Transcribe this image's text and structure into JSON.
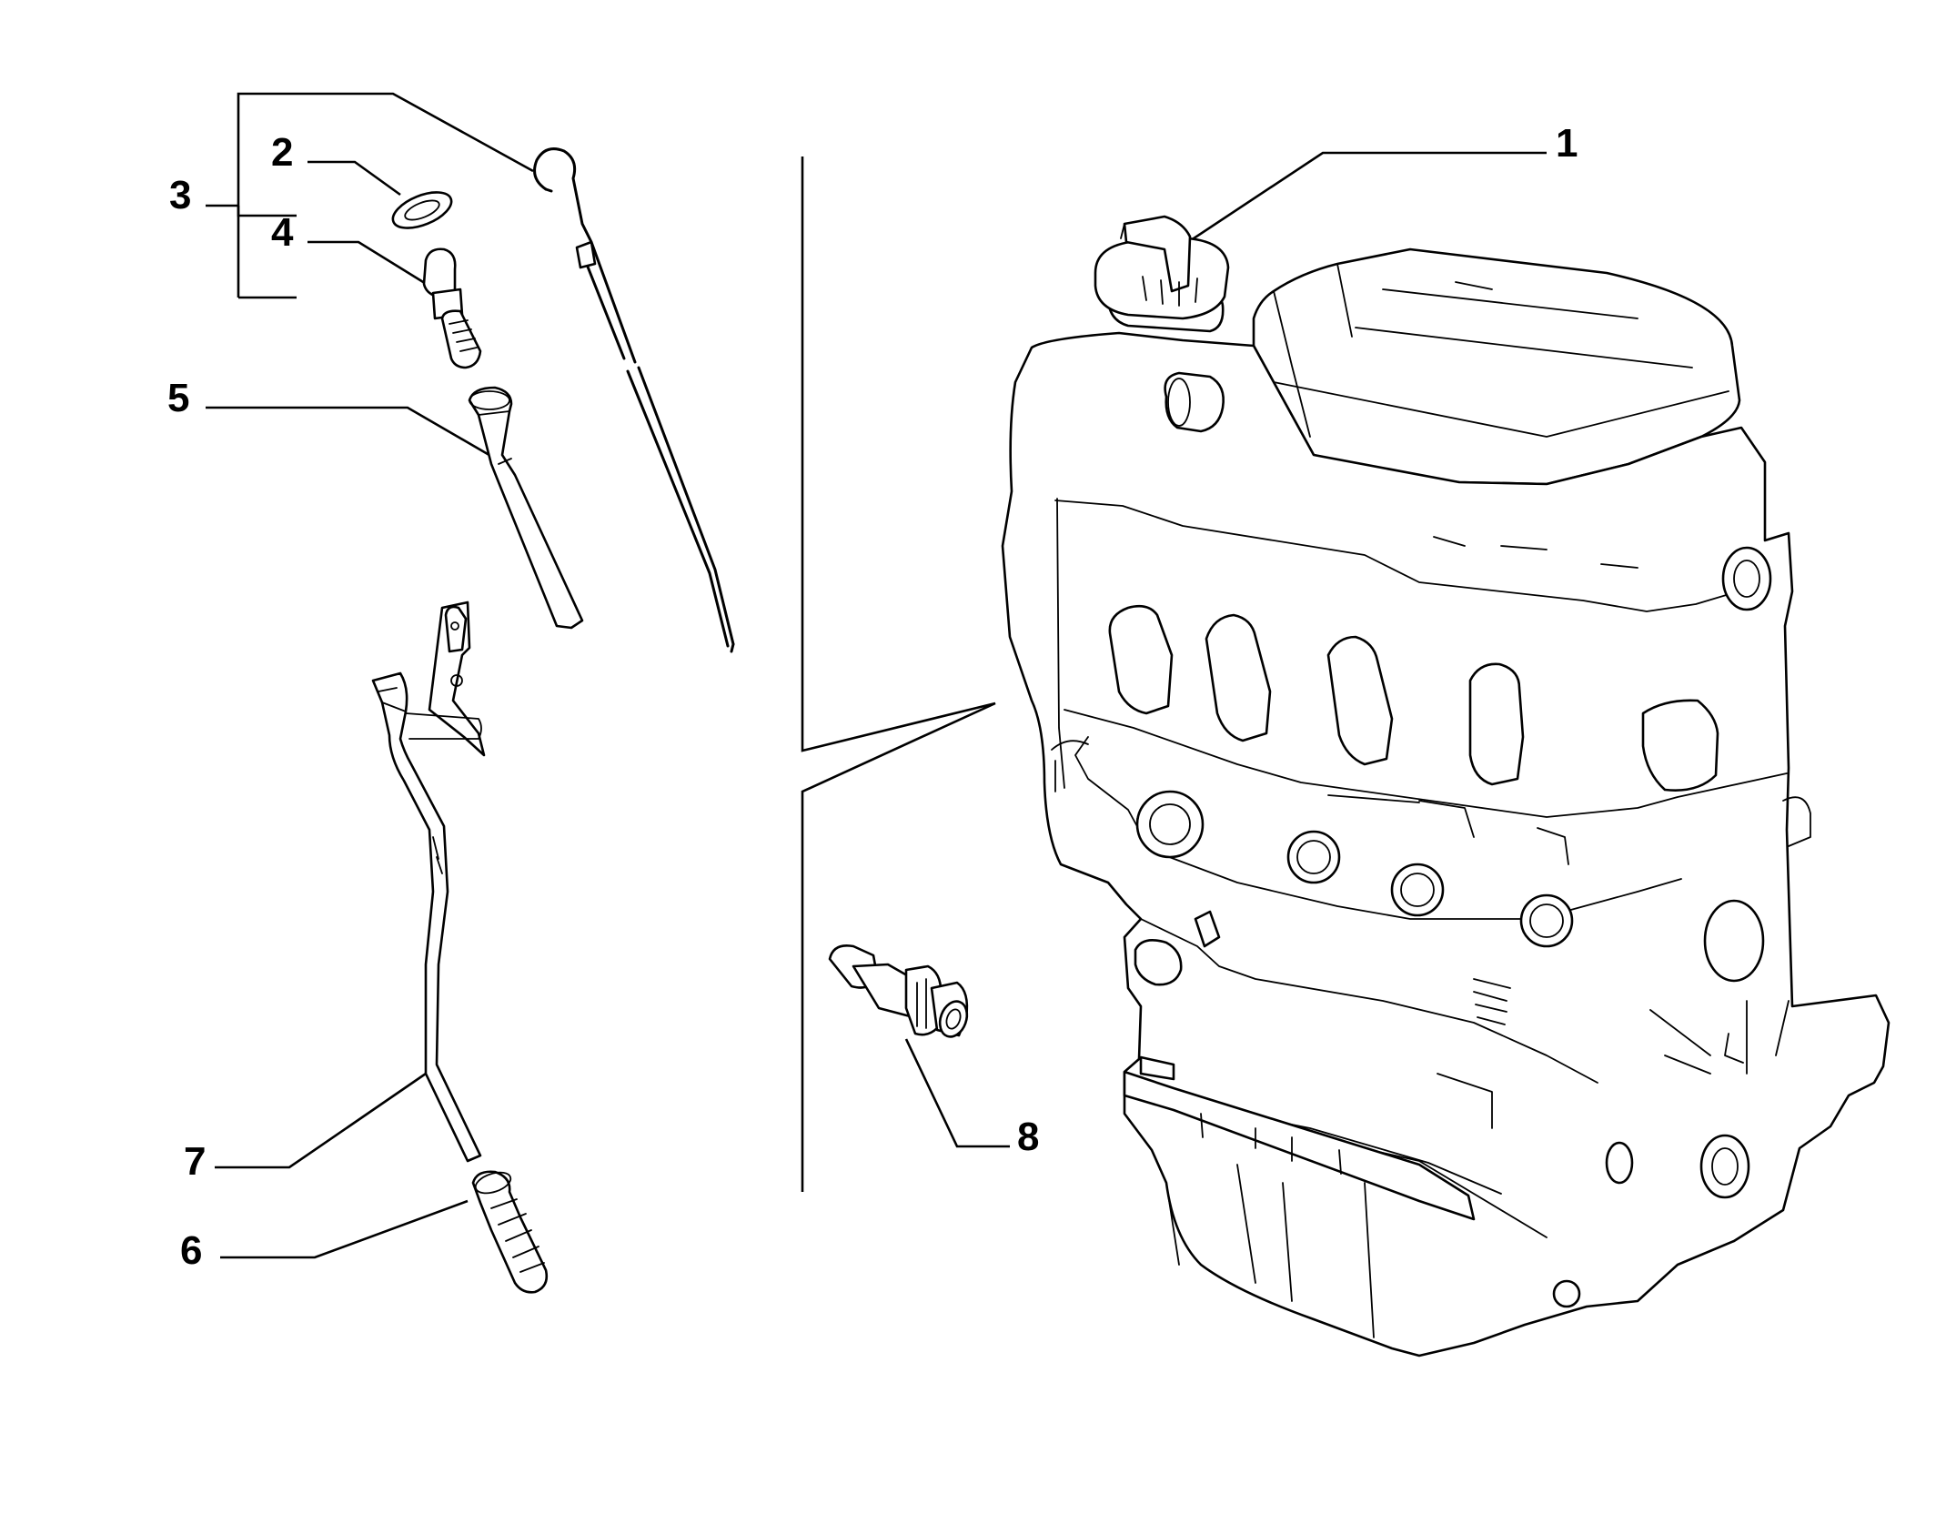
{
  "callouts": {
    "c1": "1",
    "c2": "2",
    "c3": "3",
    "c4": "4",
    "c5": "5",
    "c6": "6",
    "c7": "7",
    "c8": "8"
  },
  "icons": [
    "oil-filler-cap",
    "seal-ring",
    "plug",
    "dipstick-guide-tube",
    "dipstick",
    "oil-tube",
    "bushing",
    "oil-pressure-sensor",
    "engine-block"
  ]
}
